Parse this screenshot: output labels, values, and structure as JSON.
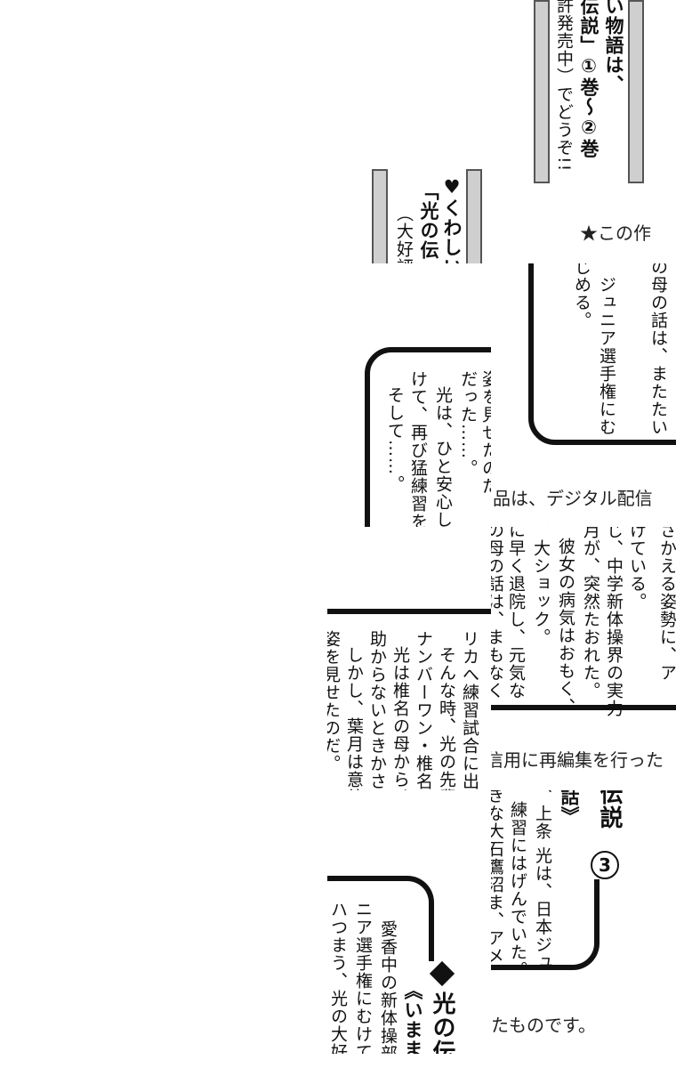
{
  "tileA": {
    "col1": "い物語は、",
    "col2": "伝説」①巻～②巻",
    "col3": "許発売中）でどうぞ!!",
    "caption": "★この作"
  },
  "tileB": {
    "col1": "♥くわしい",
    "col2": "「光の伝",
    "col3": "（大好評"
  },
  "tileC": {
    "col1": "の母の話は、またたい",
    "col2": "、ジュニア選手権にむ",
    "col3": "じめる。",
    "caption": "品は、デジタル配信"
  },
  "tileD": {
    "col1": "姿を見せたのだ",
    "col2": "だった……。",
    "col3": "光は、ひと安心して",
    "col4": "けて、再び猛練習をは",
    "col5": "そして……。"
  },
  "tileE": {
    "col1": "さかえる姿勢に、ア",
    "col2": "けている。",
    "col3": "じ、中学新体操界の実力",
    "col4": "月が、突然たおれた。",
    "col5": "彼女の病気はおもく、",
    "col6": "、大ショック。",
    "col7": "に早く退院し、元気な",
    "col8": "の母の話は、まもなく",
    "caption": "信用に再編集を行った"
  },
  "tileF": {
    "col1": "リカへ練習試合に出か",
    "col2": "そんな時、光の先輩で",
    "col3": "ナンバーワン・椎名葉",
    "col4": "光は椎名の母から、",
    "col5": "助からないときかされ",
    "col6": "しかし、葉月は意外",
    "col7": "姿を見せたのだ。"
  },
  "tileG": {
    "title": "伝説",
    "number": "3",
    "col1": "話》",
    "col2": "、上条 光は、日本ジュ",
    "col3": "練習にはげんでいた。",
    "col4": "きな大石鷹沼ま、アメ",
    "caption": "たものです。"
  },
  "tileH": {
    "title": "光の伝",
    "col1": "《いままでのお",
    "col2": "愛香中の新体操部員",
    "col3": "ニア選手権にむけて、",
    "col4": "ハつまう、光の大好"
  }
}
